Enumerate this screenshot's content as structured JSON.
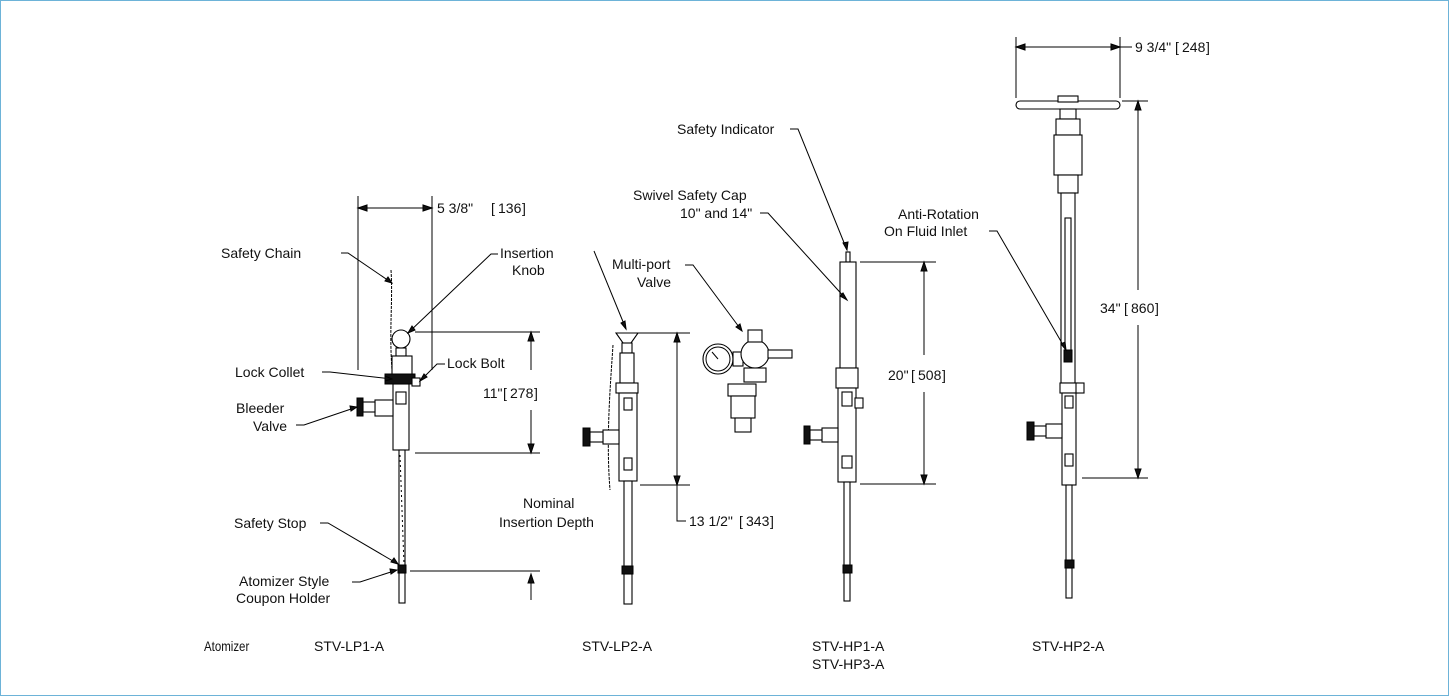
{
  "models": {
    "atomizer_label": "Atomizer",
    "lp1": "STV-LP1-A",
    "lp2": "STV-LP2-A",
    "hp1": "STV-HP1-A",
    "hp3": "STV-HP3-A",
    "hp2": "STV-HP2-A"
  },
  "callouts": {
    "safety_chain": "Safety Chain",
    "insertion_knob_1": "Insertion",
    "insertion_knob_2": "Knob",
    "lock_collet": "Lock Collet",
    "lock_bolt": "Lock Bolt",
    "bleeder_valve_1": "Bleeder",
    "bleeder_valve_2": "Valve",
    "safety_stop": "Safety Stop",
    "atomizer_holder_1": "Atomizer Style",
    "atomizer_holder_2": "Coupon Holder",
    "multiport_1": "Multi-port",
    "multiport_2": "Valve",
    "nominal_depth_1": "Nominal",
    "nominal_depth_2": "Insertion Depth",
    "safety_indicator": "Safety Indicator",
    "swivel_cap_1": "Swivel Safety Cap",
    "swivel_cap_2": "10\" and 14\"",
    "anti_rotation_1": "Anti-Rotation",
    "anti_rotation_2": "On Fluid Inlet"
  },
  "dimensions": {
    "lp1_width": {
      "imperial": "5 3/8\"",
      "metric": "136"
    },
    "lp1_height": {
      "imperial": "11\"",
      "metric": "278"
    },
    "lp2_depth": {
      "imperial": "13 1/2\"",
      "metric": "343"
    },
    "hp1_height": {
      "imperial": "20\"",
      "metric": "508"
    },
    "hp2_width": {
      "imperial": "9 3/4\"",
      "metric": "248"
    },
    "hp2_height": {
      "imperial": "34\"",
      "metric": "860"
    }
  },
  "colors": {
    "frame_border": "#6db3d8",
    "line": "#000000"
  }
}
